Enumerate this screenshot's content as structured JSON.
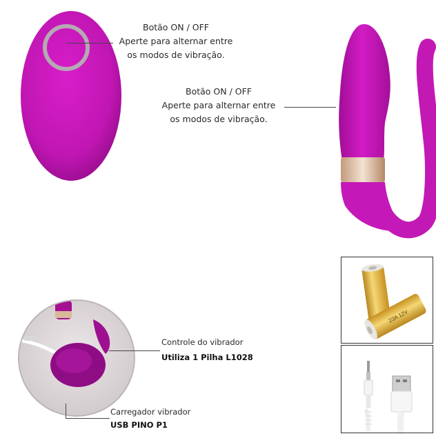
{
  "remote_button": {
    "title": "Botão ON / OFF",
    "line1": "Aperte para alternar entre",
    "line2": "os modos de vibração."
  },
  "vibrator_button": {
    "title": "Botão ON / OFF",
    "line1": "Aperte para alternar entre",
    "line2": "os modos de vibração."
  },
  "remote_control": {
    "label": "Controle do vibrador",
    "detail": "Utiliza 1 Pilha L1028"
  },
  "charger": {
    "label": "Carregador vibrador",
    "detail": "USB PINO P1"
  },
  "battery_label_text": "23A 12V",
  "colors": {
    "product_purple": "#c316b6",
    "product_purple_dark": "#8f0a86",
    "band_gold": "#d9b99a",
    "battery_gold": "#e2b43a"
  }
}
